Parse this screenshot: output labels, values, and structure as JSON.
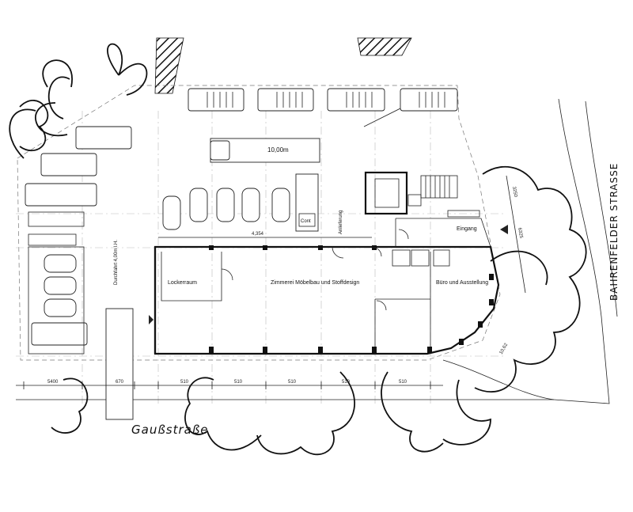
{
  "streets": {
    "south": "Gaußstraße",
    "east": "BAHRENFELDER STRASSE"
  },
  "rooms": {
    "locker": "Lockerraum",
    "workshop": "Zimmerei Möbelbau und Stoffdesign",
    "office": "Büro und Ausstellung",
    "entrance": "Eingang"
  },
  "labels": {
    "truck_length": "10,00m",
    "delivery": "Anlieferung",
    "driveway": "Durchfahrt 4,00m l.H.",
    "container": "Cont"
  },
  "dimensions": {
    "top_span": "4,354",
    "bottom": [
      "5400",
      "670",
      "510",
      "510",
      "510",
      "510",
      "510"
    ],
    "right": [
      "3250",
      "6325"
    ],
    "curve": "10,62"
  }
}
